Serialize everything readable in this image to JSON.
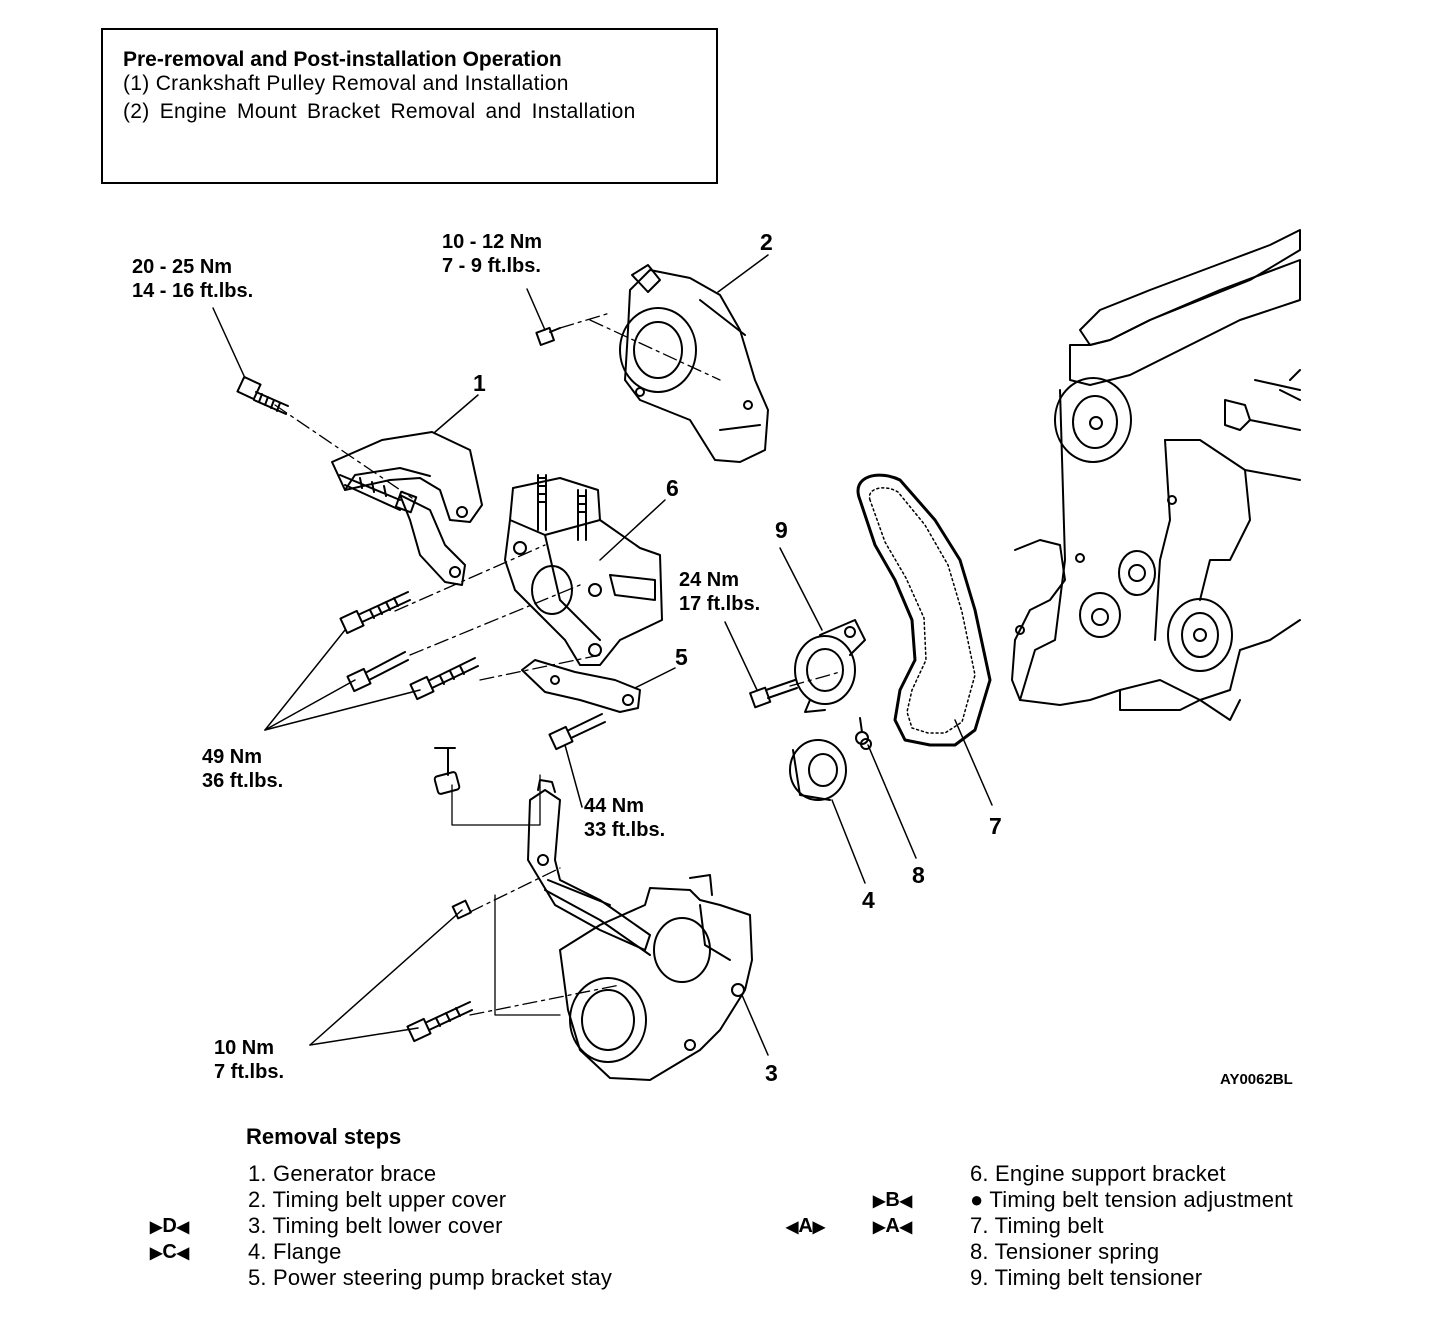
{
  "operation_box": {
    "title": "Pre-removal and Post-installation Operation",
    "line1": "(1)  Crankshaft Pulley Removal and Installation",
    "line2": "(2)  Engine Mount Bracket Removal and Installation"
  },
  "torques": {
    "t1": {
      "nm": "20 - 25 Nm",
      "ft": "14 - 16 ft.lbs."
    },
    "t2": {
      "nm": "10 - 12 Nm",
      "ft": "7 - 9 ft.lbs."
    },
    "t3": {
      "nm": "24 Nm",
      "ft": "17 ft.lbs."
    },
    "t4": {
      "nm": "49 Nm",
      "ft": "36 ft.lbs."
    },
    "t5": {
      "nm": "44 Nm",
      "ft": "33 ft.lbs."
    },
    "t6": {
      "nm": "10 Nm",
      "ft": "7 ft.lbs."
    }
  },
  "callouts": [
    "1",
    "2",
    "3",
    "4",
    "5",
    "6",
    "7",
    "8",
    "9"
  ],
  "figure_code": "AY0062BL",
  "removal": {
    "title": "Removal steps",
    "left": [
      {
        "text": "1. Generator brace",
        "mark": ""
      },
      {
        "text": "2. Timing belt upper cover",
        "mark": ""
      },
      {
        "text": "3. Timing belt lower cover",
        "mark": "D"
      },
      {
        "text": "4. Flange",
        "mark": "C"
      },
      {
        "text": "5. Power steering pump bracket stay",
        "mark": ""
      }
    ],
    "right": [
      {
        "text": "6. Engine support bracket",
        "mark": ""
      },
      {
        "text": "● Timing belt tension adjustment",
        "mark": "B"
      },
      {
        "text": "7. Timing belt",
        "mark": "A",
        "removal_mark": "A"
      },
      {
        "text": "8. Tensioner spring",
        "mark": ""
      },
      {
        "text": "9. Timing belt tensioner",
        "mark": ""
      }
    ]
  }
}
